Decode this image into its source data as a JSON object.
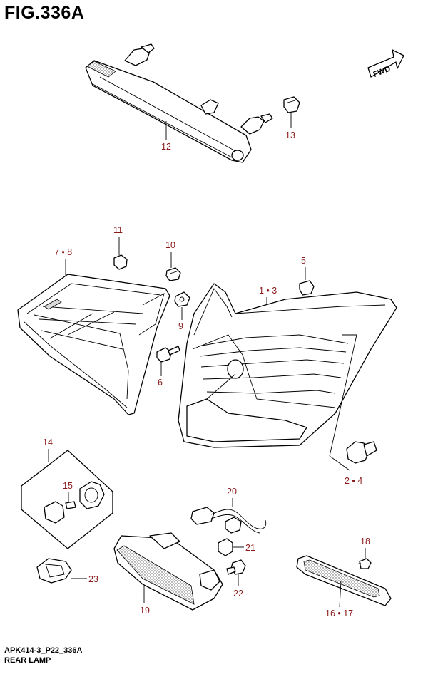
{
  "figure": {
    "title": "FIG.336A",
    "code": "APK414-3_P22_336A",
    "name": "REAR LAMP",
    "direction_badge": "FWD"
  },
  "callouts": {
    "c12": "12",
    "c13": "13",
    "c11": "11",
    "c10": "10",
    "c7_8": "7 • 8",
    "c5": "5",
    "c1_3": "1 • 3",
    "c9": "9",
    "c6": "6",
    "c14": "14",
    "c15": "15",
    "c2_4": "2 • 4",
    "c20": "20",
    "c21": "21",
    "c18": "18",
    "c23": "23",
    "c22": "22",
    "c19": "19",
    "c16_17": "16 • 17"
  },
  "colors": {
    "callout_text": "#8b1a1a",
    "line": "#000000",
    "background": "#ffffff"
  }
}
